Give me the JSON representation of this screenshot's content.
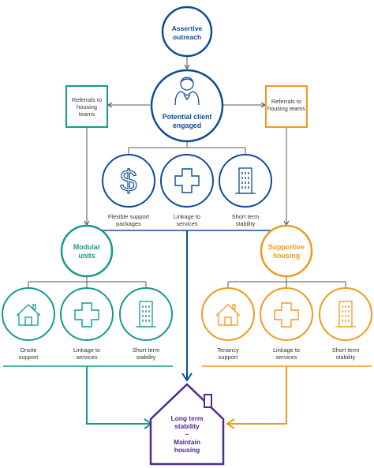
{
  "colors": {
    "blue": "#0f4c97",
    "navy": "#1d3d7c",
    "teal": "#159a8a",
    "orange": "#ef9a1d",
    "purple": "#4d2c8d",
    "grey": "#555555"
  },
  "top": {
    "outreach": {
      "line1": "Assertive",
      "line2": "outreach"
    },
    "engaged": {
      "line1": "Potential client",
      "line2": "engaged",
      "icon": "person-icon"
    }
  },
  "referral_left": {
    "line1": "Referrals to",
    "line2": "housing",
    "line3": "teams"
  },
  "referral_right": {
    "line1": "Referrals to",
    "line2": "housing teams"
  },
  "blue_services": [
    {
      "icon": "dollar-icon",
      "line1": "Flexible support",
      "line2": "packages"
    },
    {
      "icon": "medical-cross-icon",
      "line1": "Linkage to",
      "line2": "services"
    },
    {
      "icon": "building-icon",
      "line1": "Short term",
      "line2": "stability"
    }
  ],
  "modular": {
    "line1": "Modular",
    "line2": "units"
  },
  "supportive": {
    "line1": "Supportive",
    "line2": "housing"
  },
  "teal_services": [
    {
      "icon": "house-icon",
      "line1": "Onsite",
      "line2": "support"
    },
    {
      "icon": "medical-cross-icon",
      "line1": "Linkage to",
      "line2": "services"
    },
    {
      "icon": "building-icon",
      "line1": "Short term",
      "line2": "stability"
    }
  ],
  "orange_services": [
    {
      "icon": "house-icon",
      "line1": "Tenancy",
      "line2": "support"
    },
    {
      "icon": "medical-cross-icon",
      "line1": "Linkage to",
      "line2": "services"
    },
    {
      "icon": "building-icon",
      "line1": "Short term",
      "line2": "stability"
    }
  ],
  "outcome": {
    "line1": "Long term",
    "line2": "stability",
    "line3": "–",
    "line4": "Maintain",
    "line5": "housing"
  }
}
